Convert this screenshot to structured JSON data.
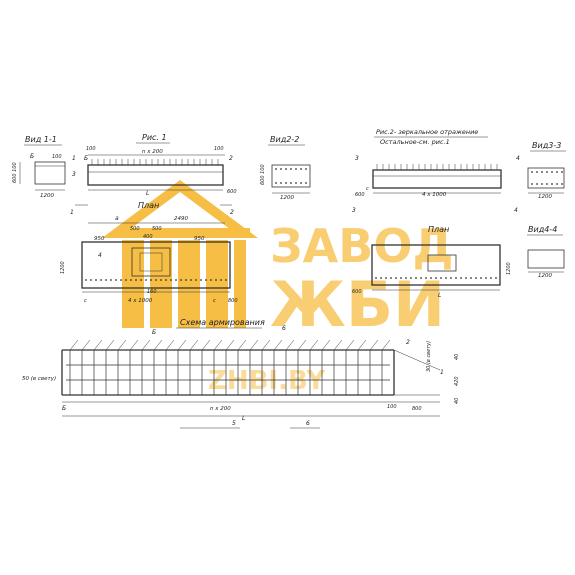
{
  "drawing": {
    "view_1_1": "Вид 1-1",
    "fig_1": "Рис. 1",
    "view_2_2": "Вид2-2",
    "fig_2_line1": "Рис.2- зеркальное отражение",
    "fig_2_line2": "Остальное-см. рис.1",
    "view_3_3": "Вид3-3",
    "plan_1": "План",
    "plan_2": "План",
    "view_4_4": "Вид4-4",
    "reinforcement": "Схема армирования"
  },
  "dims": {
    "d600_100": "600 100",
    "d1200": "1200",
    "n200": "n x 200",
    "d100a": "100",
    "d100b": "100",
    "d600a": "600",
    "L1": "L",
    "d1200b": "1200",
    "d4x1000": "4 x 1000",
    "d600b": "600",
    "d1200c": "1200",
    "a": "a",
    "d2490": "2490",
    "d950a": "950",
    "d500a": "500",
    "d500b": "500",
    "d400": "400",
    "d950b": "950",
    "d1200d": "1200",
    "d160": "160",
    "d4x1000b": "4 x 1000",
    "d800": "800",
    "d600c": "600",
    "L2": "L",
    "d1200e": "1200",
    "d1200f": "1200",
    "d50": "50 (в свету)",
    "d30": "30 (в свету)",
    "d40": "40",
    "d420": "420",
    "d40b": "40",
    "n200b": "n x 200",
    "d800b": "800",
    "L3": "L",
    "d100c": "100",
    "d100d": "100",
    "c1": "c",
    "c2": "c",
    "c3": "c"
  },
  "marks": {
    "m1": "1",
    "m2": "2",
    "m3": "3",
    "m4": "4",
    "m5": "5",
    "m6": "6",
    "mE": "Б"
  },
  "watermark": {
    "line1": "ЗАВОД",
    "line2": "ЖБИ",
    "site": "ZHBI.BY",
    "color": "#f5b324"
  }
}
